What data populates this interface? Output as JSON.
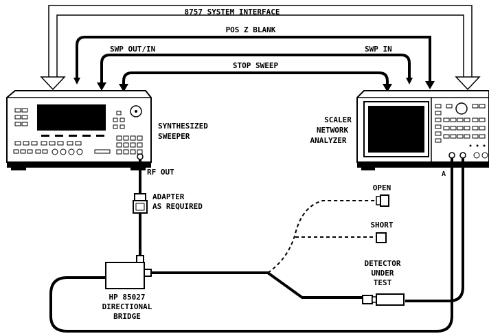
{
  "labels": {
    "system_interface": "8757 SYSTEM INTERFACE",
    "pos_z_blank": "POS Z BLANK",
    "swp_out_in": "SWP OUT/IN",
    "swp_in": "SWP IN",
    "stop_sweep": "STOP SWEEP",
    "synth_line1": "SYNTHESIZED",
    "synth_line2": "SWEEPER",
    "scaler_line1": "SCALER",
    "scaler_line2": "NETWORK",
    "scaler_line3": "ANALYZER",
    "rf_out": "RF OUT",
    "adapter_line1": "ADAPTER",
    "adapter_line2": "AS REQUIRED",
    "open": "OPEN",
    "short": "SHORT",
    "detector_line1": "DETECTOR",
    "detector_line2": "UNDER",
    "detector_line3": "TEST",
    "bridge_line1": "HP 85027",
    "bridge_line2": "DIRECTIONAL",
    "bridge_line3": "BRIDGE",
    "input_a": "A"
  },
  "colors": {
    "ink": "#000000",
    "paper": "#ffffff"
  }
}
